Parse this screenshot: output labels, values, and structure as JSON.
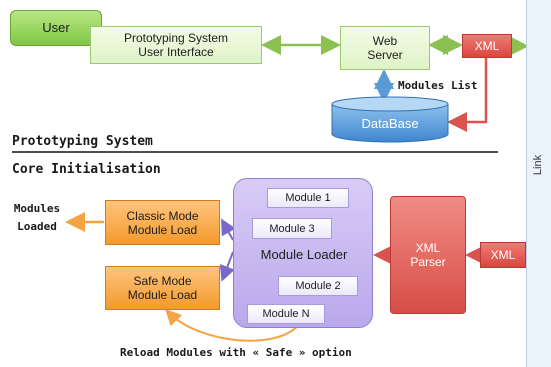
{
  "diagram": {
    "user": "User",
    "proto_ui": "Prototyping System\nUser Interface",
    "web_server": "Web\nServer",
    "xml_top": "XML",
    "modules_list": "Modules List",
    "database": "DataBase",
    "title_line1": "Prototyping System",
    "title_line2": "Core Initialisation",
    "modules_loaded": "Modules\nLoaded",
    "classic_mode": "Classic Mode\nModule Load",
    "safe_mode": "Safe Mode\nModule Load",
    "module_loader": "Module Loader",
    "module_1": "Module 1",
    "module_3": "Module 3",
    "module_2": "Module 2",
    "module_n": "Module N",
    "xml_parser": "XML\nParser",
    "xml_mid": "XML",
    "link": "Link",
    "reload_caption": "Reload Modules with « Safe » option"
  },
  "colors": {
    "green_arrow": "#8cc152",
    "blue_arrow": "#5b9bd5",
    "red_arrow": "#d9534f",
    "orange_curve": "#f5a445",
    "purple": "#7a68c8"
  }
}
